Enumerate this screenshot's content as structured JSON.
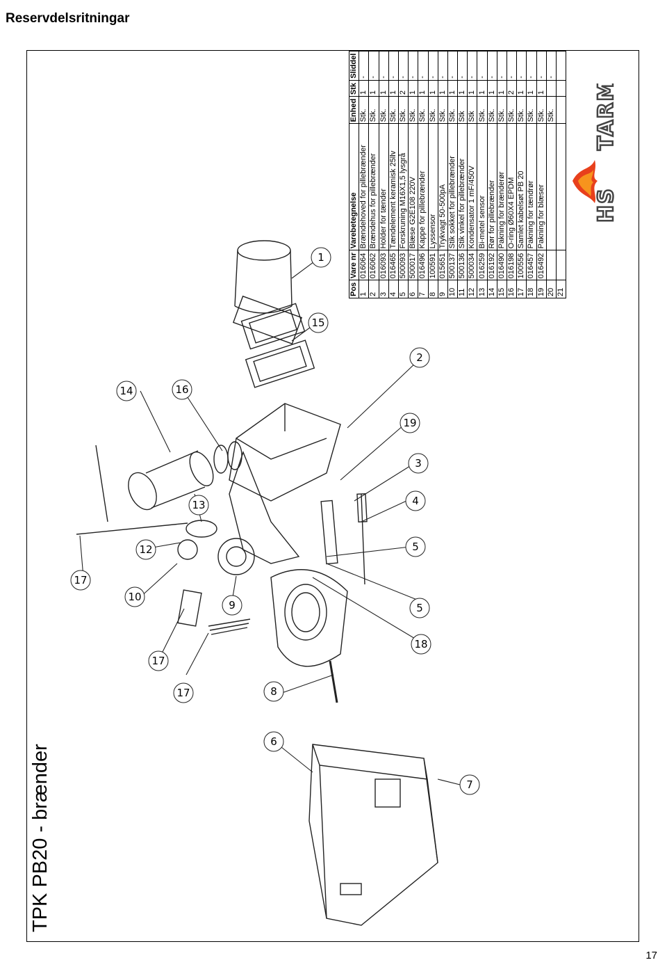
{
  "header": {
    "title": "Reservdelsritningar"
  },
  "drawing_title": "TPK PB20 - brænder",
  "page_number": "17",
  "logo": {
    "text": "HS TARM",
    "icon": "flame-logo-icon",
    "flame_colors": [
      "#e8401c",
      "#f7941d"
    ]
  },
  "table": {
    "headers": [
      "Pos",
      "Vare nr",
      "Varebetegnelse",
      "Enhed",
      "Stk",
      "Sliddel"
    ],
    "rows": [
      [
        "1",
        "016064",
        "Brændehoved for pillebrænder",
        "Stk.",
        "1",
        "-"
      ],
      [
        "2",
        "016062",
        "Brændehus for pillebrænder",
        "Stk.",
        "1",
        "-"
      ],
      [
        "3",
        "016093",
        "Holder for tænder",
        "Stk.",
        "1",
        "-"
      ],
      [
        "4",
        "016465",
        "Tændelement keramisk 25llv",
        "Stk.",
        "1",
        "-"
      ],
      [
        "5",
        "500093",
        "Forskruning M16X1,5 lysgrå",
        "Stk.",
        "2",
        "-"
      ],
      [
        "6",
        "500017",
        "Blæse G2E108 220V",
        "Stk.",
        "1",
        "-"
      ],
      [
        "7",
        "016496",
        "Kappe for pillebrænder",
        "Stk.",
        "1",
        "-"
      ],
      [
        "8",
        "100591",
        "Lyssensor",
        "Stk.",
        "1",
        "-"
      ],
      [
        "9",
        "015651",
        "Trykvagt 50-500pA",
        "Stk.",
        "1",
        "-"
      ],
      [
        "10",
        "500137",
        "Stik sokket for pillebrænder",
        "Stk.",
        "1",
        "-"
      ],
      [
        "11",
        "500136",
        "Stik vinkel for pillebrænder",
        "Stk",
        "1",
        "-"
      ],
      [
        "12",
        "500034",
        "Kondensator 1 mF/450V",
        "Stk",
        "1",
        "-"
      ],
      [
        "13",
        "016259",
        "Bi-metel sensor",
        "Stk.",
        "1",
        "-"
      ],
      [
        "14",
        "016192",
        "Rør for pillebrænder",
        "Stk.",
        "1",
        "-"
      ],
      [
        "15",
        "016490",
        "Pakning for brænderør",
        "Stk.",
        "1",
        "-"
      ],
      [
        "16",
        "016198",
        "O-ring Ø60X4 EPDM",
        "Stk.",
        "2",
        "-"
      ],
      [
        "17",
        "100556",
        "Samlet kabelsøt PB 20",
        "Stk.",
        "1",
        "-"
      ],
      [
        "18",
        "016457",
        "Pakning for tændrør",
        "Stk.",
        "1",
        "-"
      ],
      [
        "19",
        "016492",
        "Pakning for blæser",
        "Stk.",
        "1",
        "-"
      ],
      [
        "20",
        "",
        "",
        "Stk.",
        "",
        "-"
      ],
      [
        "21",
        "",
        "",
        "",
        "",
        ""
      ]
    ]
  },
  "callouts": {
    "c1": "1",
    "c15": "15",
    "c2": "2",
    "c19": "19",
    "c3": "3",
    "c4": "4",
    "c5a": "5",
    "c14": "14",
    "c16": "16",
    "c13": "13",
    "c12": "12",
    "c10": "10",
    "c9": "9",
    "c5b": "5",
    "c18": "18",
    "c17a": "17",
    "c17b": "17",
    "c17c": "17",
    "c8": "8",
    "c6": "6",
    "c7": "7"
  }
}
